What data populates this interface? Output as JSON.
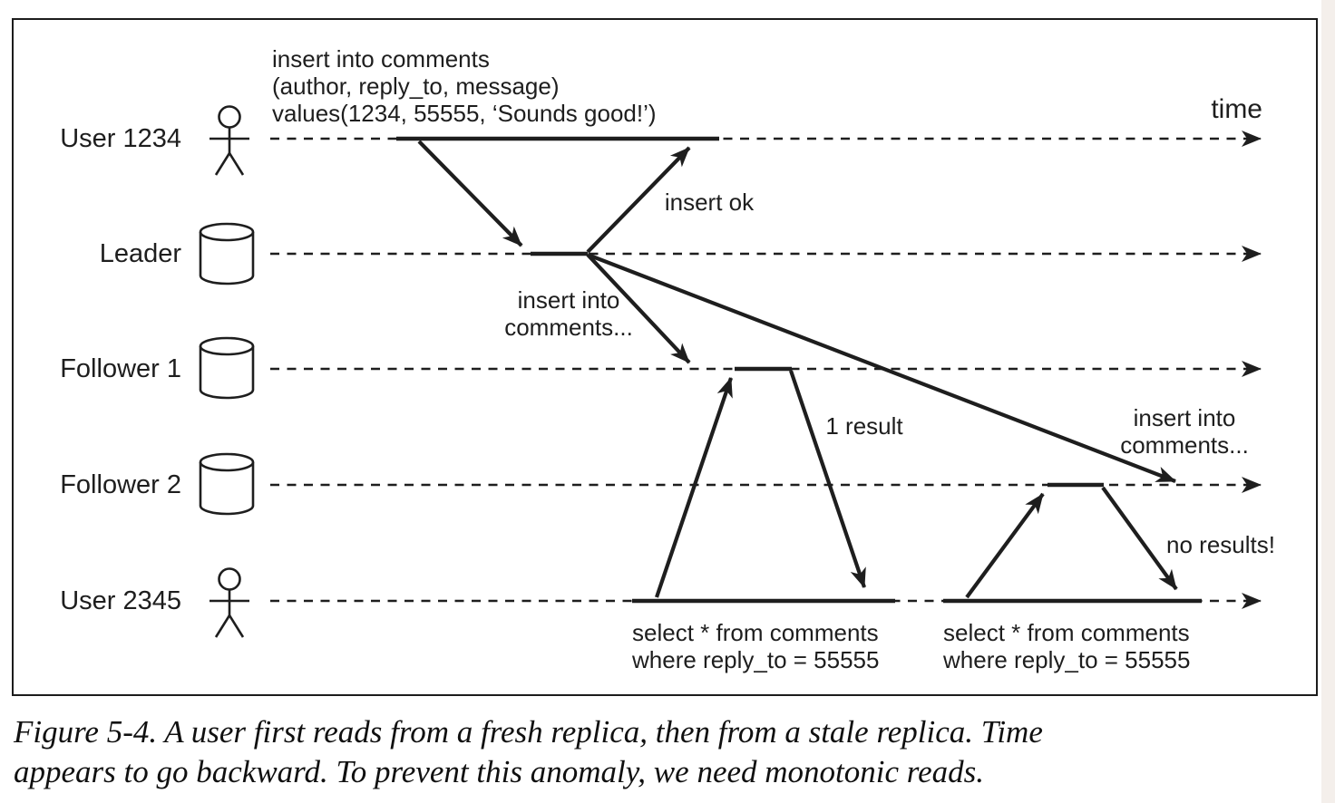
{
  "page": {
    "background": "#ffffff",
    "ink_color": "#1e1e1e",
    "page_edge_color": "#f4efeb"
  },
  "actors": [
    {
      "label": "User 1234",
      "icon": "person-icon"
    },
    {
      "label": "Leader",
      "icon": "database-icon"
    },
    {
      "label": "Follower 1",
      "icon": "database-icon"
    },
    {
      "label": "Follower 2",
      "icon": "database-icon"
    },
    {
      "label": "User 2345",
      "icon": "person-icon"
    }
  ],
  "timeline": {
    "time_label": "time"
  },
  "annotations": {
    "insert_query": {
      "line1": "insert into comments",
      "line2": "(author, reply_to, message)",
      "line3": "values(1234, 55555, ‘Sounds good!’)"
    },
    "insert_ok": "insert ok",
    "replicate_follower1": {
      "line1": "insert into",
      "line2": "comments..."
    },
    "replicate_follower2": {
      "line1": "insert into",
      "line2": "comments..."
    },
    "result_fresh": "1 result",
    "result_stale": "no results!",
    "select_query_1": {
      "line1": "select * from comments",
      "line2": "where reply_to = 55555"
    },
    "select_query_2": {
      "line1": "select * from comments",
      "line2": "where reply_to = 55555"
    }
  },
  "caption": {
    "line1": "Figure 5-4. A user first reads from a fresh replica, then from a stale replica. Time",
    "line2": "appears to go backward. To prevent this anomaly, we need monotonic reads."
  }
}
